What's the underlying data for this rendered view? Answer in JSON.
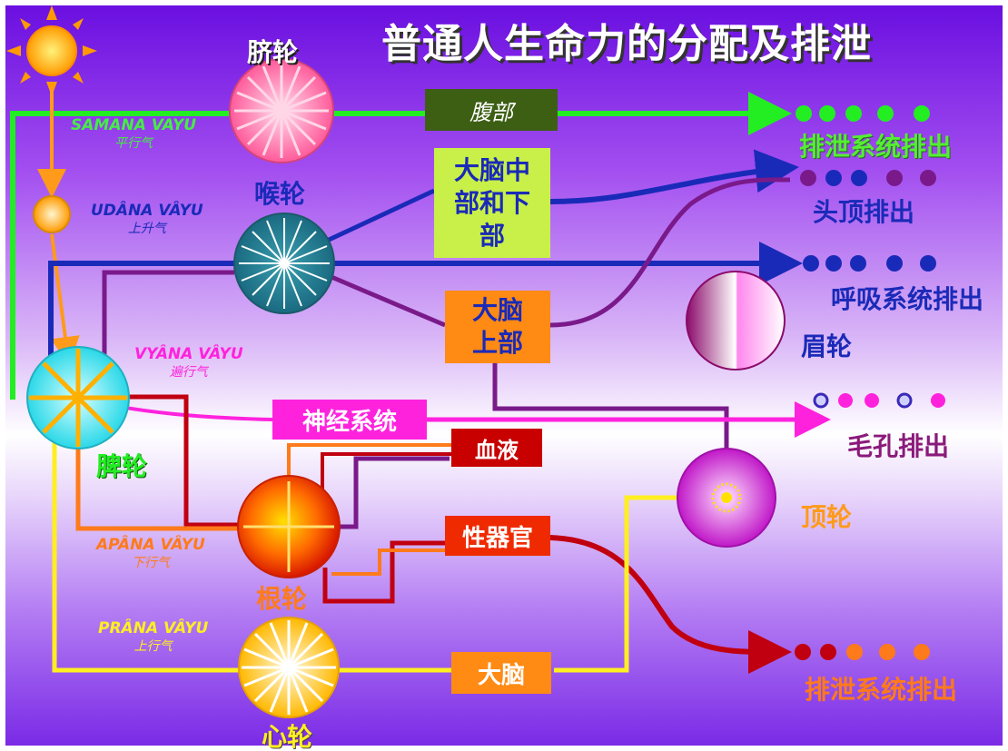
{
  "title": "普通人生命力的分配及排泄",
  "chakras": {
    "navel": "脐轮",
    "throat": "喉轮",
    "spleen": "脾轮",
    "root": "根轮",
    "heart": "心轮",
    "brow": "眉轮",
    "crown": "顶轮"
  },
  "vayus": {
    "samana": {
      "name": "SAMANA VAYU",
      "sub": "平行气"
    },
    "udana": {
      "name": "UDÂNA VÂYU",
      "sub": "上升气"
    },
    "vyana": {
      "name": "VYÂNA VÂYU",
      "sub": "遍行气"
    },
    "apana": {
      "name": "APÂNA VÂYU",
      "sub": "下行气"
    },
    "prana": {
      "name": "PRÂNA VÂYU",
      "sub": "上行气"
    }
  },
  "boxes": {
    "abdomen": "腹部",
    "mid_brain": "大脑中部和下部",
    "upper_brain": "大脑上部",
    "nervous": "神经系统",
    "blood": "血液",
    "sex": "性器官",
    "brain": "大脑"
  },
  "outputs": {
    "excretory_top": "排泄系统排出",
    "head_top": "头顶排出",
    "respiratory": "呼吸系统排出",
    "pores": "毛孔排出",
    "excretory_bottom": "排泄系统排出"
  },
  "colors": {
    "samana": "#22ee22",
    "udana": "#1a2ab8",
    "vyana": "#ff22dd",
    "apana": "#ff7a1a",
    "prana": "#ffee22",
    "brain_box": "#ff8a14",
    "mid_box": "#c8f048",
    "abdomen_box": "#3d5f14",
    "blood_box": "#c80000",
    "sex_box": "#f02a00",
    "purple_line": "#7a1a8a",
    "dark_red_line": "#c00010"
  }
}
